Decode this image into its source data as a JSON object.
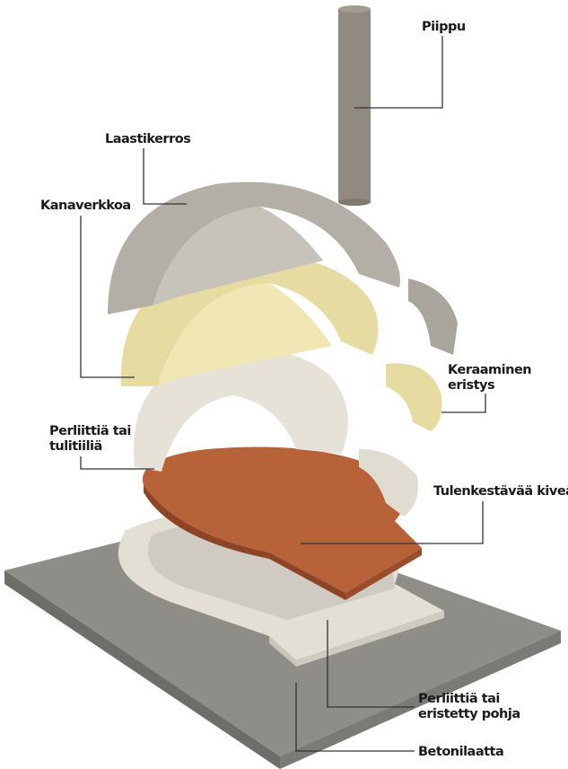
{
  "labels": {
    "chimney": "Piippu",
    "mortar_layer": "Laastikerros",
    "chicken_wire": "Kanaverkkoa",
    "ceramic_insulation_1": "Keraaminen",
    "ceramic_insulation_2": "eristys",
    "perlite_or_firebrick_1": "Perliittiä tai",
    "perlite_or_firebrick_2": "tulitiiliä",
    "refractory_stone": "Tulenkestävää kiveä",
    "insulated_base_1": "Perliittiä tai",
    "insulated_base_2": "eristetty pohja",
    "concrete_slab": "Betonilaatta"
  },
  "colors": {
    "concrete": "#8f8d88",
    "mortar": "#b3afa6",
    "ceramic": "#e6dba0",
    "perlite": "#e6e2d8",
    "brick": "#b8623a",
    "chimney": "#918a80",
    "leader": "#333333"
  }
}
